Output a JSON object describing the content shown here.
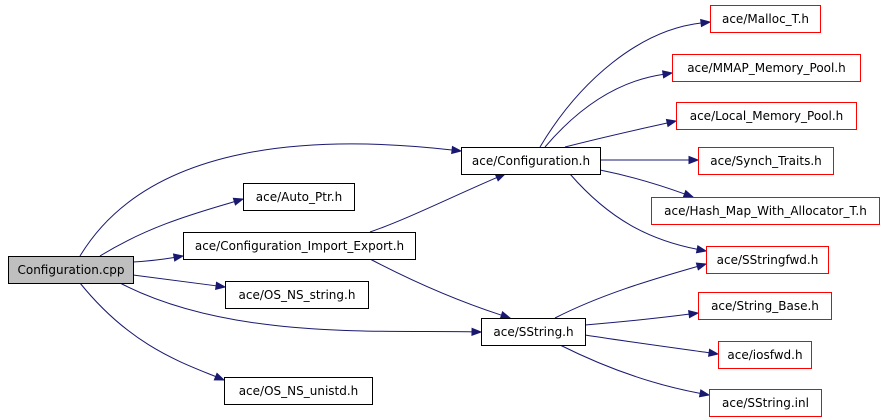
{
  "colors": {
    "root_fill": "#bfbfbf",
    "root_stroke": "#000000",
    "internal_stroke": "#000000",
    "leaf_stroke": "#ff0000",
    "node_fill": "#ffffff",
    "edge": "#191970"
  },
  "nodes": [
    {
      "id": "configuration_cpp",
      "label": "Configuration.cpp",
      "kind": "root"
    },
    {
      "id": "configuration_h",
      "label": "ace/Configuration.h",
      "kind": "internal"
    },
    {
      "id": "auto_ptr_h",
      "label": "ace/Auto_Ptr.h",
      "kind": "internal"
    },
    {
      "id": "config_import_export_h",
      "label": "ace/Configuration_Import_Export.h",
      "kind": "internal"
    },
    {
      "id": "os_ns_string_h",
      "label": "ace/OS_NS_string.h",
      "kind": "internal"
    },
    {
      "id": "sstring_h",
      "label": "ace/SString.h",
      "kind": "internal"
    },
    {
      "id": "os_ns_unistd_h",
      "label": "ace/OS_NS_unistd.h",
      "kind": "internal"
    },
    {
      "id": "malloc_t_h",
      "label": "ace/Malloc_T.h",
      "kind": "leaf"
    },
    {
      "id": "mmap_memory_pool_h",
      "label": "ace/MMAP_Memory_Pool.h",
      "kind": "leaf"
    },
    {
      "id": "local_memory_pool_h",
      "label": "ace/Local_Memory_Pool.h",
      "kind": "leaf"
    },
    {
      "id": "synch_traits_h",
      "label": "ace/Synch_Traits.h",
      "kind": "leaf"
    },
    {
      "id": "hash_map_with_allocator_t_h",
      "label": "ace/Hash_Map_With_Allocator_T.h",
      "kind": "leaf"
    },
    {
      "id": "sstringfwd_h",
      "label": "ace/SStringfwd.h",
      "kind": "leaf"
    },
    {
      "id": "string_base_h",
      "label": "ace/String_Base.h",
      "kind": "leaf"
    },
    {
      "id": "iosfwd_h",
      "label": "ace/iosfwd.h",
      "kind": "leaf"
    },
    {
      "id": "sstring_inl",
      "label": "ace/SString.inl",
      "kind": "leaf"
    }
  ],
  "edges": [
    {
      "from": "configuration_cpp",
      "to": "configuration_h"
    },
    {
      "from": "configuration_cpp",
      "to": "auto_ptr_h"
    },
    {
      "from": "configuration_cpp",
      "to": "config_import_export_h"
    },
    {
      "from": "configuration_cpp",
      "to": "os_ns_string_h"
    },
    {
      "from": "configuration_cpp",
      "to": "sstring_h"
    },
    {
      "from": "configuration_cpp",
      "to": "os_ns_unistd_h"
    },
    {
      "from": "config_import_export_h",
      "to": "configuration_h"
    },
    {
      "from": "config_import_export_h",
      "to": "sstring_h"
    },
    {
      "from": "configuration_h",
      "to": "malloc_t_h"
    },
    {
      "from": "configuration_h",
      "to": "mmap_memory_pool_h"
    },
    {
      "from": "configuration_h",
      "to": "local_memory_pool_h"
    },
    {
      "from": "configuration_h",
      "to": "synch_traits_h"
    },
    {
      "from": "configuration_h",
      "to": "hash_map_with_allocator_t_h"
    },
    {
      "from": "configuration_h",
      "to": "sstringfwd_h"
    },
    {
      "from": "sstring_h",
      "to": "sstringfwd_h"
    },
    {
      "from": "sstring_h",
      "to": "string_base_h"
    },
    {
      "from": "sstring_h",
      "to": "iosfwd_h"
    },
    {
      "from": "sstring_h",
      "to": "sstring_inl"
    }
  ]
}
